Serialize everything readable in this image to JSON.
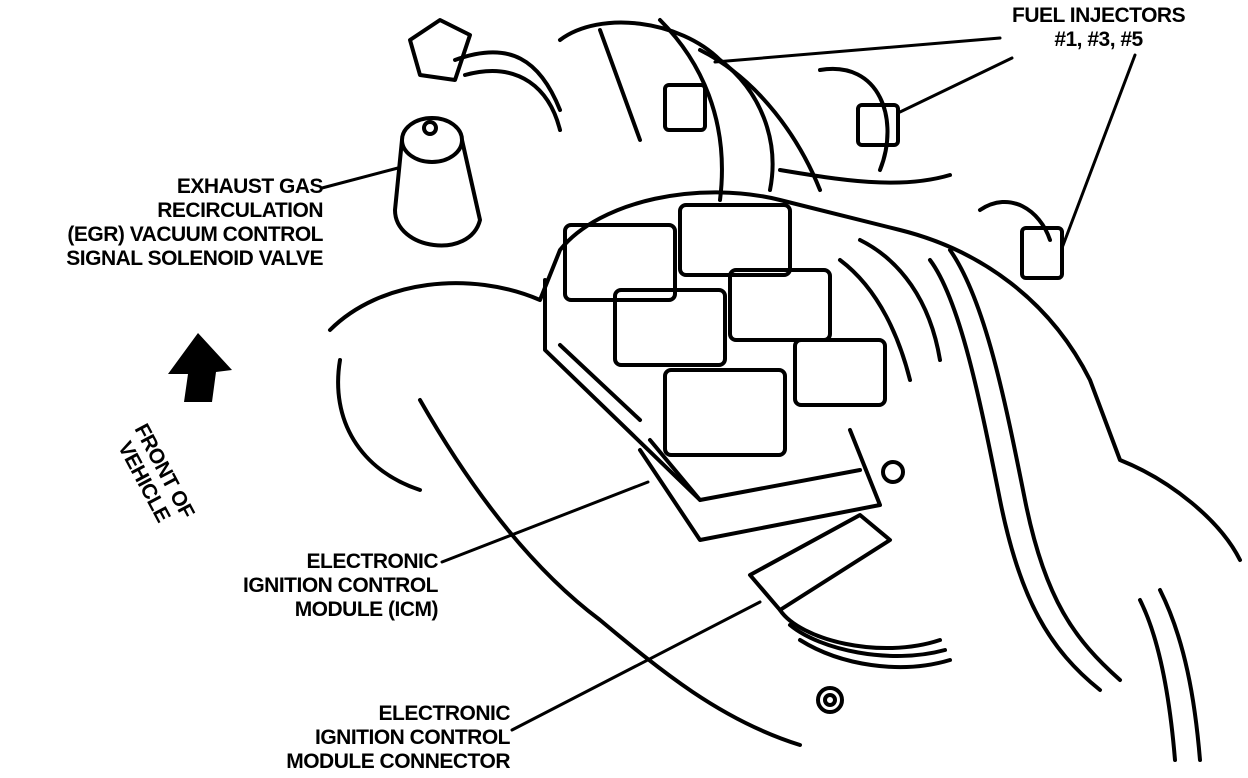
{
  "labels": {
    "egr": [
      "EXHAUST GAS",
      "RECIRCULATION",
      "(EGR) VACUUM CONTROL",
      "SIGNAL SOLENOID VALVE"
    ],
    "fuel_injectors": [
      "FUEL INJECTORS",
      "#1, #3, #5"
    ],
    "icm": [
      "ELECTRONIC",
      "IGNITION CONTROL",
      "MODULE  (ICM)"
    ],
    "icm_connector": [
      "ELECTRONIC",
      "IGNITION CONTROL",
      "MODULE CONNECTOR"
    ],
    "front_of_vehicle": [
      "FRONT OF",
      "VEHICLE"
    ]
  },
  "colors": {
    "ink": "#000000",
    "paper": "#ffffff"
  }
}
